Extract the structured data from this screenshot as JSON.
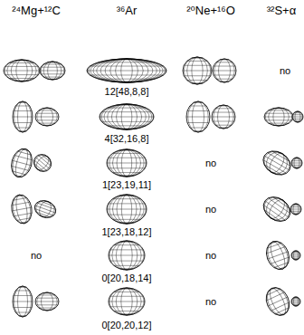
{
  "diagram": {
    "labels": [
      "²⁴Mg+¹²C",
      "³⁶Ar",
      "²⁰Ne+¹⁶O",
      "³²S+α",
      "12[48,8,8]",
      "no",
      "4[32,16,8]",
      "1[23,19,11]",
      "no",
      "1[23,18,12]",
      "no",
      "no",
      "0[20,18,14]",
      "no",
      "0[20,20,12]",
      "no"
    ]
  }
}
